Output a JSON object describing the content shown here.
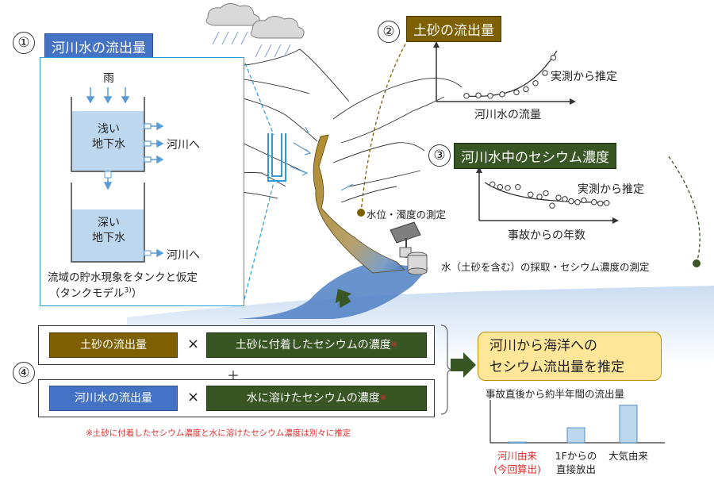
{
  "section1": {
    "num": "①",
    "title": "河川水の流出量",
    "rain": "雨",
    "shallow": [
      "浅い",
      "地下水"
    ],
    "deep": [
      "深い",
      "地下水"
    ],
    "to_river_1": "河川へ",
    "to_river_2": "河川へ",
    "caption_1": "流域の貯水現象をタンクと仮定",
    "caption_2": "（タンクモデル",
    "caption_sup": "3)",
    "caption_close": "）"
  },
  "section2": {
    "num": "②",
    "title": "土砂の流出量",
    "curve_label": "実測から推定",
    "xlabel": "河川水の流量",
    "point_label": "水位・濁度の測定"
  },
  "section3": {
    "num": "③",
    "title": "河川水中のセシウム濃度",
    "curve_label": "実測から推定",
    "xlabel": "事故からの年数",
    "point_label": "水（土砂を含む）の採取・セシウム濃度の測定"
  },
  "section4": {
    "num": "④",
    "row1_left": "土砂の流出量",
    "row1_right": "土砂に付着したセシウムの濃度",
    "row2_left": "河川水の流出量",
    "row2_right": "水に溶けたセシウムの濃度",
    "times": "×",
    "plus": "＋",
    "asterisk": "※",
    "footnote": "※土砂に付着したセシウム濃度と水に溶けたセシウム濃度は別々に推定"
  },
  "result": {
    "line1": "河川から海洋への",
    "line2": "セシウム流出量を推定"
  },
  "colors": {
    "blue": "#4472c4",
    "brown": "#7f6000",
    "green": "#375623",
    "bar": "#bdd7ee",
    "highlight": "#ffe699",
    "red": "#e03030"
  },
  "chart_data": [
    {
      "type": "scatter",
      "title": "",
      "xlabel": "河川水の流量",
      "ylabel": "",
      "points": [
        [
          0.2,
          0.05
        ],
        [
          0.3,
          0.06
        ],
        [
          0.4,
          0.05
        ],
        [
          0.5,
          0.08
        ],
        [
          0.62,
          0.12
        ],
        [
          0.7,
          0.18
        ],
        [
          0.78,
          0.3
        ],
        [
          0.86,
          0.5
        ],
        [
          0.93,
          0.8
        ]
      ],
      "fit": "exponential-increase",
      "xlim": [
        0,
        1
      ],
      "ylim": [
        0,
        1
      ],
      "curve_label": "実測から推定"
    },
    {
      "type": "scatter",
      "title": "",
      "xlabel": "事故からの年数",
      "ylabel": "",
      "points": [
        [
          0.08,
          0.78
        ],
        [
          0.14,
          0.72
        ],
        [
          0.2,
          0.7
        ],
        [
          0.28,
          0.72
        ],
        [
          0.38,
          0.55
        ],
        [
          0.45,
          0.5
        ],
        [
          0.5,
          0.58
        ],
        [
          0.55,
          0.3
        ],
        [
          0.6,
          0.48
        ],
        [
          0.65,
          0.45
        ],
        [
          0.7,
          0.4
        ],
        [
          0.75,
          0.38
        ],
        [
          0.8,
          0.42
        ],
        [
          0.88,
          0.38
        ],
        [
          0.93,
          0.35
        ],
        [
          0.98,
          0.36
        ]
      ],
      "fit": "exponential-decay",
      "xlim": [
        0,
        1
      ],
      "ylim": [
        0,
        1
      ],
      "curve_label": "実測から推定"
    },
    {
      "type": "bar",
      "title": "事故直後から約半年間の流出量",
      "xlabel": "",
      "ylabel": "",
      "categories": [
        "河川由来\n(今回算出)",
        "1Fからの\n直接放出",
        "大気由来"
      ],
      "category_lines": [
        [
          "河川由来",
          "(今回算出)"
        ],
        [
          "1Fからの",
          "直接放出"
        ],
        [
          "大気由来"
        ]
      ],
      "values": [
        1,
        20,
        50
      ],
      "ylim": [
        0,
        55
      ]
    }
  ]
}
